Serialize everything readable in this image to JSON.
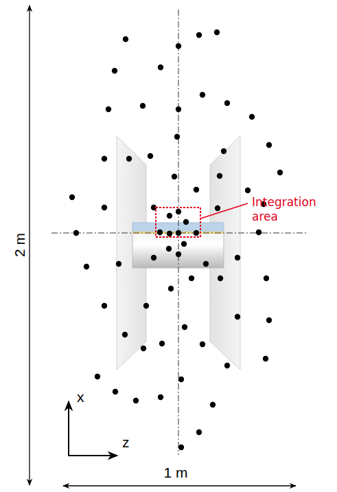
{
  "diagram": {
    "labels": [
      "Integration area",
      "2 m",
      "1 m",
      "x",
      "z"
    ]
  }
}
